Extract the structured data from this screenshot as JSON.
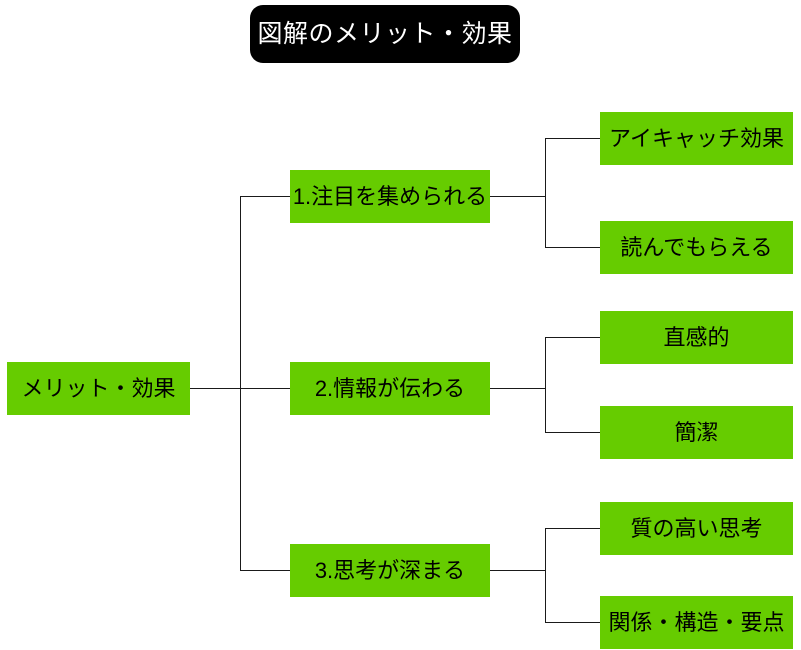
{
  "title": {
    "text": "図解のメリット・効果",
    "background_color": "#000000",
    "text_color": "#ffffff"
  },
  "theme": {
    "node_color": "#66CC00",
    "node_text_color": "#000000",
    "line_color": "#1a1a1a",
    "page_background": "#ffffff"
  },
  "diagram": {
    "type": "tree",
    "root": {
      "label": "メリット・効果"
    },
    "branches": [
      {
        "label": "1.注目を集められる",
        "children": [
          {
            "label": "アイキャッチ効果"
          },
          {
            "label": "読んでもらえる"
          }
        ]
      },
      {
        "label": "2.情報が伝わる",
        "children": [
          {
            "label": "直感的"
          },
          {
            "label": "簡潔"
          }
        ]
      },
      {
        "label": "3.思考が深まる",
        "children": [
          {
            "label": "質の高い思考"
          },
          {
            "label": "関係・構造・要点"
          }
        ]
      }
    ]
  }
}
